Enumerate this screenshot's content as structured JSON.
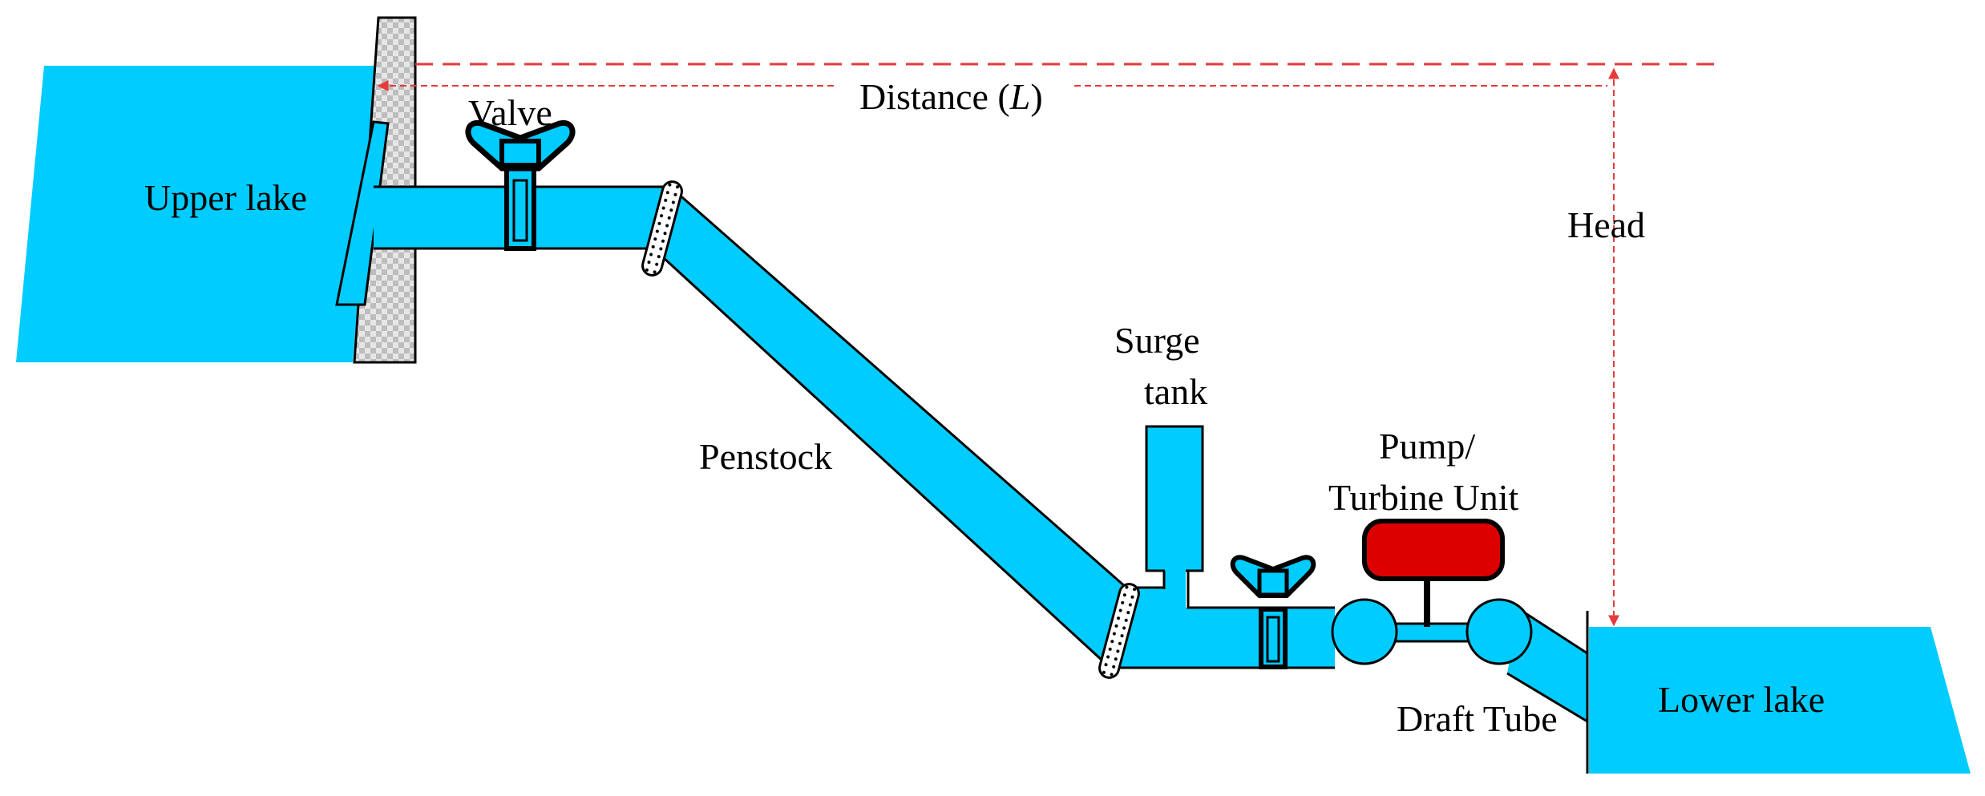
{
  "labels": {
    "upper_lake": "Upper lake",
    "valve": "Valve",
    "distance_prefix": "Distance (",
    "distance_var": "L",
    "distance_suffix": ")",
    "head": "Head",
    "surge_line1": "Surge",
    "surge_line2": "tank",
    "penstock": "Penstock",
    "pump_line1": "Pump/",
    "pump_line2": "Turbine Unit",
    "draft_tube": "Draft Tube",
    "lower_lake": "Lower lake"
  },
  "colors": {
    "water": "#00ccff",
    "turbine": "#dd0000",
    "dimension": "#e53b3b",
    "outline": "#000000",
    "dam": "#e0e0e0"
  }
}
